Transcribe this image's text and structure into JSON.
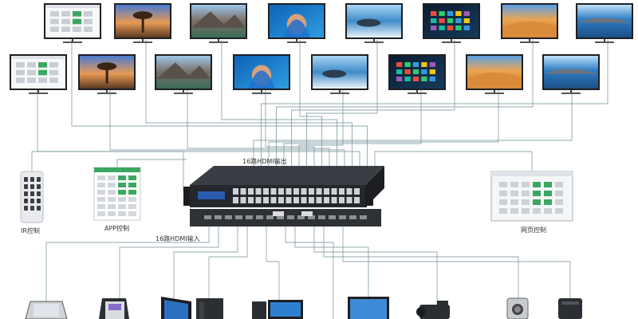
{
  "labels": {
    "hdmi_out": "16路HDMI输出",
    "hdmi_in": "16路HDMI输入",
    "ir_control": "IR控制",
    "app_control": "APP控制",
    "web_control": "网页控制"
  },
  "top_row_displays": [
    {
      "name": "display-ui-screen",
      "scene": "ui"
    },
    {
      "name": "display-sunset-tree",
      "scene": "sunset"
    },
    {
      "name": "display-mountain-lake",
      "scene": "mountain"
    },
    {
      "name": "display-blue-headscarf",
      "scene": "portrait"
    },
    {
      "name": "display-ocean-rocks",
      "scene": "ocean"
    },
    {
      "name": "display-app-grid",
      "scene": "apps"
    },
    {
      "name": "display-desert-dunes",
      "scene": "desert"
    },
    {
      "name": "display-crater-lake",
      "scene": "lake"
    }
  ],
  "mid_row_displays": [
    {
      "name": "display-ui-screen-2",
      "scene": "ui"
    },
    {
      "name": "display-sunset-tree-2",
      "scene": "sunset"
    },
    {
      "name": "display-mountain-lake-2",
      "scene": "mountain"
    },
    {
      "name": "display-blue-headscarf-2",
      "scene": "portrait"
    },
    {
      "name": "display-ocean-rocks-2",
      "scene": "ocean"
    },
    {
      "name": "display-app-grid-2",
      "scene": "apps"
    },
    {
      "name": "display-desert-dunes-2",
      "scene": "desert"
    },
    {
      "name": "display-crater-lake-2",
      "scene": "lake"
    }
  ],
  "source_devices": [
    {
      "name": "laptop-icon"
    },
    {
      "name": "tablet-icon"
    },
    {
      "name": "laptop-open-icon"
    },
    {
      "name": "desktop-pc-icon"
    },
    {
      "name": "monitor-icon"
    },
    {
      "name": "camcorder-icon"
    },
    {
      "name": "camera-icon"
    },
    {
      "name": "speaker-icon"
    }
  ],
  "colors": {
    "line": "#6f8f94",
    "device_dark": "#2b2e33",
    "button": "#cfd3d8",
    "lcd": "#2a5db0"
  }
}
